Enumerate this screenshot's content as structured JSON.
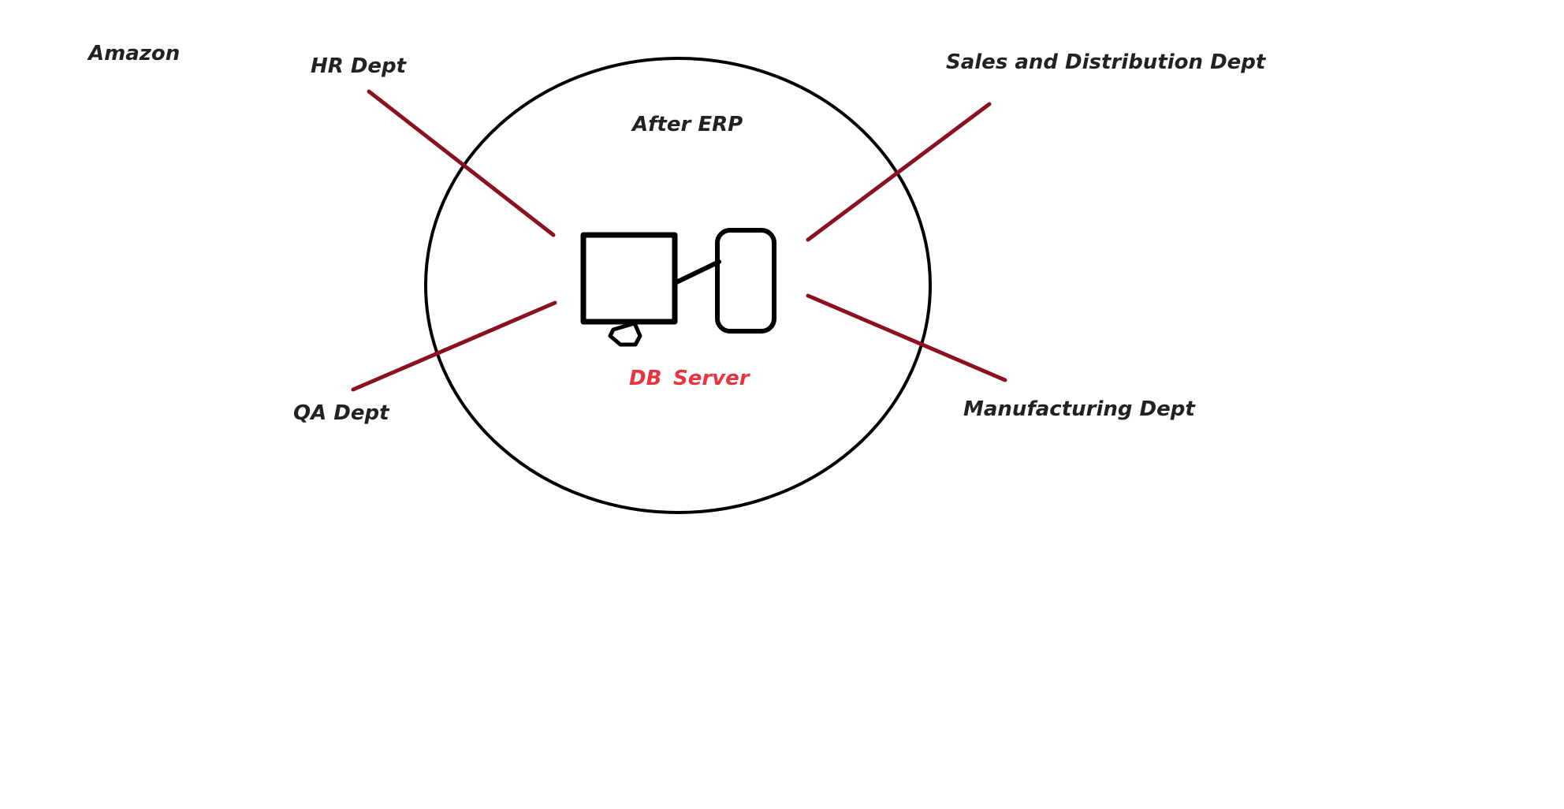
{
  "labels": {
    "company": "Amazon",
    "center_title": "After ERP",
    "hr": "HR Dept",
    "qa": "QA Dept",
    "sales": "Sales and Distribution Dept",
    "manufacturing": "Manufacturing Dept",
    "db": "DB",
    "server": "Server"
  },
  "colors": {
    "connector": "#8b1020",
    "highlight_text": "#e8343f",
    "outline": "#000000",
    "text": "#222222"
  },
  "icons": {
    "computer": "computer-monitor-icon",
    "server": "server-icon"
  }
}
